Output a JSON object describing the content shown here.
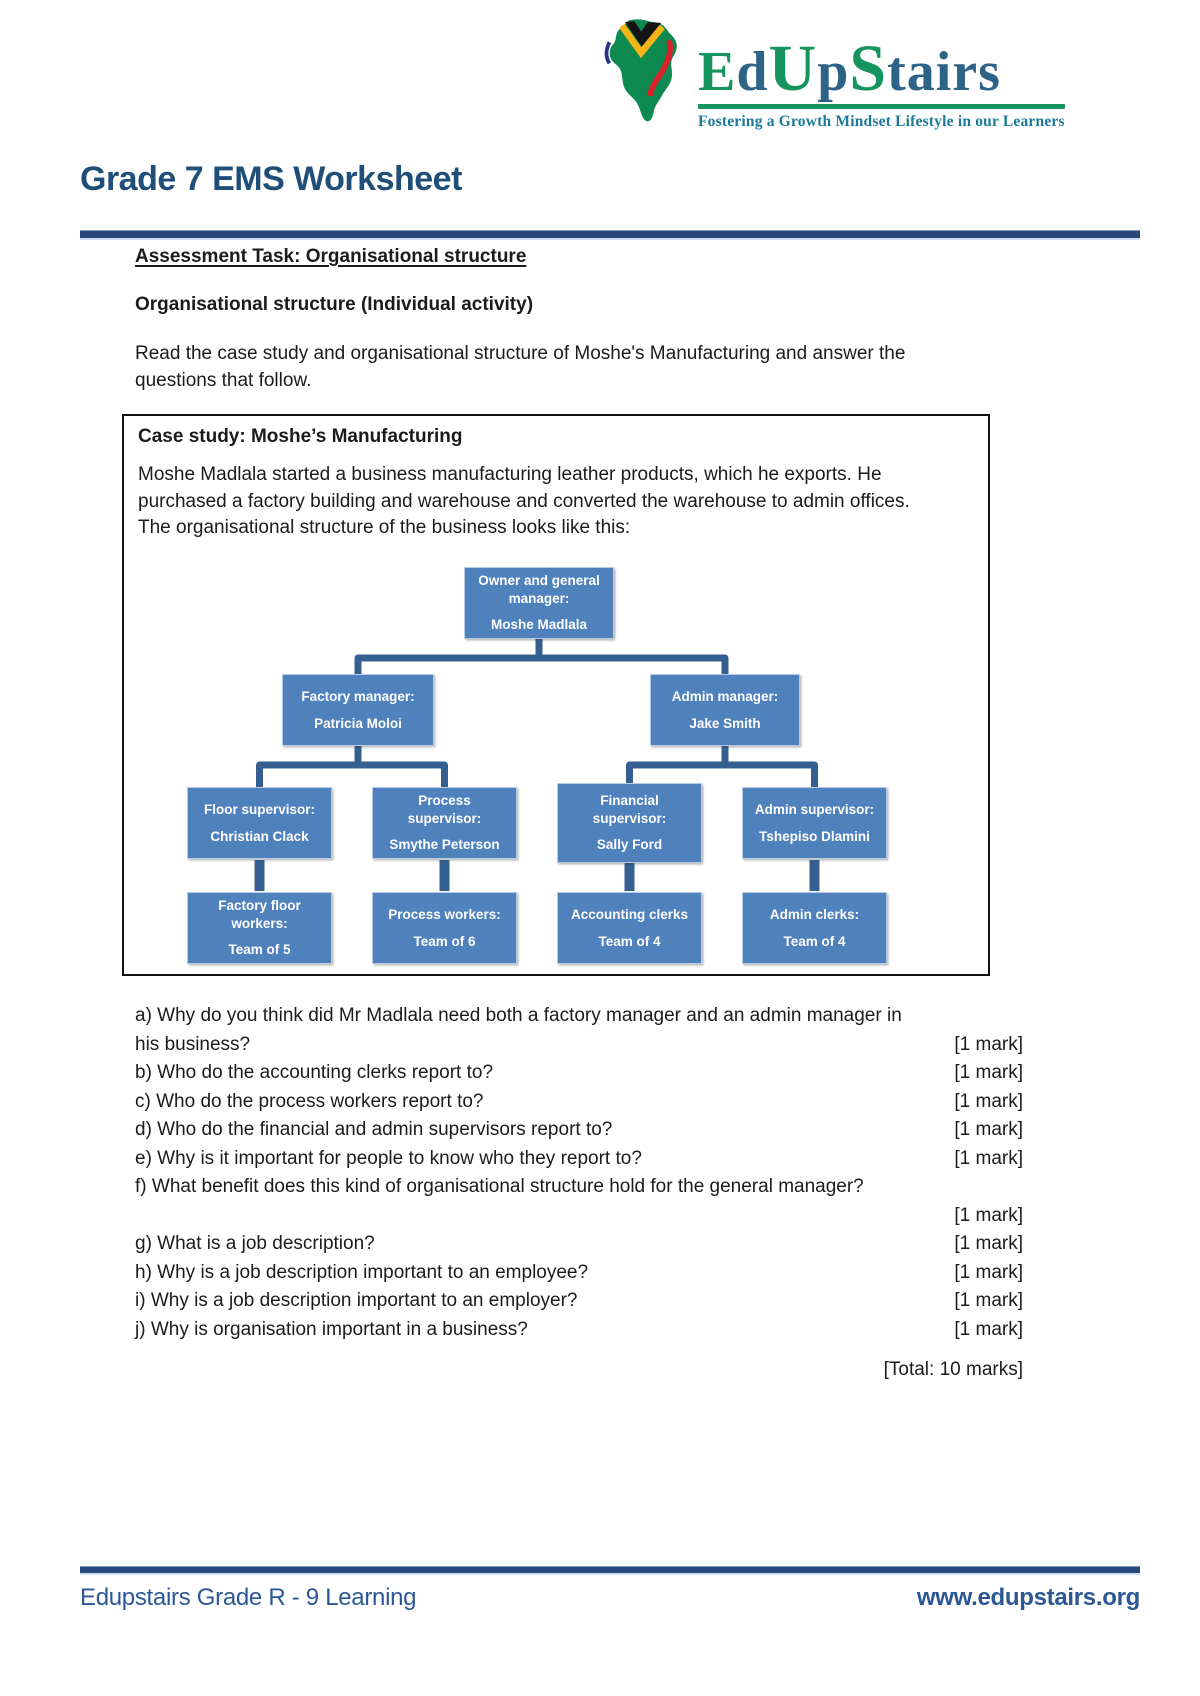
{
  "logo": {
    "icon": "africa-flag-logo",
    "segments": [
      {
        "text": "E"
      },
      {
        "text": "d"
      },
      {
        "text": "U"
      },
      {
        "text": "p"
      },
      {
        "text": "S"
      },
      {
        "text": "tairs"
      }
    ],
    "tagline": "Fostering a Growth Mindset Lifestyle in our Learners",
    "colors": {
      "green": "#15945d",
      "blue": "#2e6388",
      "tagline_teal": "#1b7a99"
    }
  },
  "header": {
    "title": "Grade 7 EMS Worksheet",
    "accent_color": "#27497a"
  },
  "intro": {
    "task_heading": "Assessment Task: Organisational structure",
    "activity_heading": "Organisational structure (Individual activity)",
    "lines": [
      "Read the case study and organisational structure of Moshe's Manufacturing and answer the",
      "questions that follow."
    ]
  },
  "case_study": {
    "heading": "Case study: Moshe’s Manufacturing",
    "body_lines": [
      "Moshe Madlala started a business manufacturing leather products, which he exports. He",
      "purchased a factory building and warehouse and converted the warehouse to admin offices.",
      "The organisational structure of the business looks like this:"
    ]
  },
  "org_chart": {
    "box_color": "#4f81bd",
    "connector_color": "#365f91",
    "root": {
      "role": "Owner and general manager:",
      "name": "Moshe Madlala"
    },
    "managers": [
      {
        "role": "Factory manager:",
        "name": "Patricia Moloi"
      },
      {
        "role": "Admin manager:",
        "name": "Jake Smith"
      }
    ],
    "supervisors": [
      {
        "role": "Floor supervisor:",
        "name": "Christian Clack"
      },
      {
        "role": "Process supervisor:",
        "name": "Smythe Peterson"
      },
      {
        "role": "Financial supervisor:",
        "name": "Sally Ford"
      },
      {
        "role": "Admin supervisor:",
        "name": "Tshepiso Dlamini"
      }
    ],
    "teams": [
      {
        "role": "Factory floor workers:",
        "name": "Team of 5"
      },
      {
        "role": "Process workers:",
        "name": "Team of 6"
      },
      {
        "role": "Accounting clerks",
        "name": "Team of 4"
      },
      {
        "role": "Admin clerks:",
        "name": "Team of 4"
      }
    ]
  },
  "questions": {
    "rows": [
      {
        "text": "a) Why do you think did Mr Madlala need both a factory manager and an admin manager in",
        "mark": ""
      },
      {
        "text": "his business?",
        "mark": "[1 mark]"
      },
      {
        "text": "b) Who do the accounting clerks report to?",
        "mark": "[1 mark]"
      },
      {
        "text": "c) Who do the process workers report to?",
        "mark": "[1 mark]"
      },
      {
        "text": "d) Who do the financial and admin supervisors report to?",
        "mark": "[1 mark]"
      },
      {
        "text": "e) Why is it important for people to know who they report to?",
        "mark": "[1 mark]"
      },
      {
        "text": "f) What benefit does this kind of organisational structure hold for the general manager?",
        "mark": ""
      },
      {
        "text": "",
        "mark": "[1 mark]"
      },
      {
        "text": "g) What is a job description?",
        "mark": "[1 mark]"
      },
      {
        "text": "h) Why is a job description important to an employee?",
        "mark": "[1 mark]"
      },
      {
        "text": "i) Why is a job description important to an employer?",
        "mark": "[1 mark]"
      },
      {
        "text": "j) Why is organisation important in a business?",
        "mark": "[1 mark]"
      }
    ],
    "total": "[Total: 10 marks]"
  },
  "footer": {
    "left": "Edupstairs Grade R - 9 Learning",
    "right": "www.edupstairs.org"
  }
}
